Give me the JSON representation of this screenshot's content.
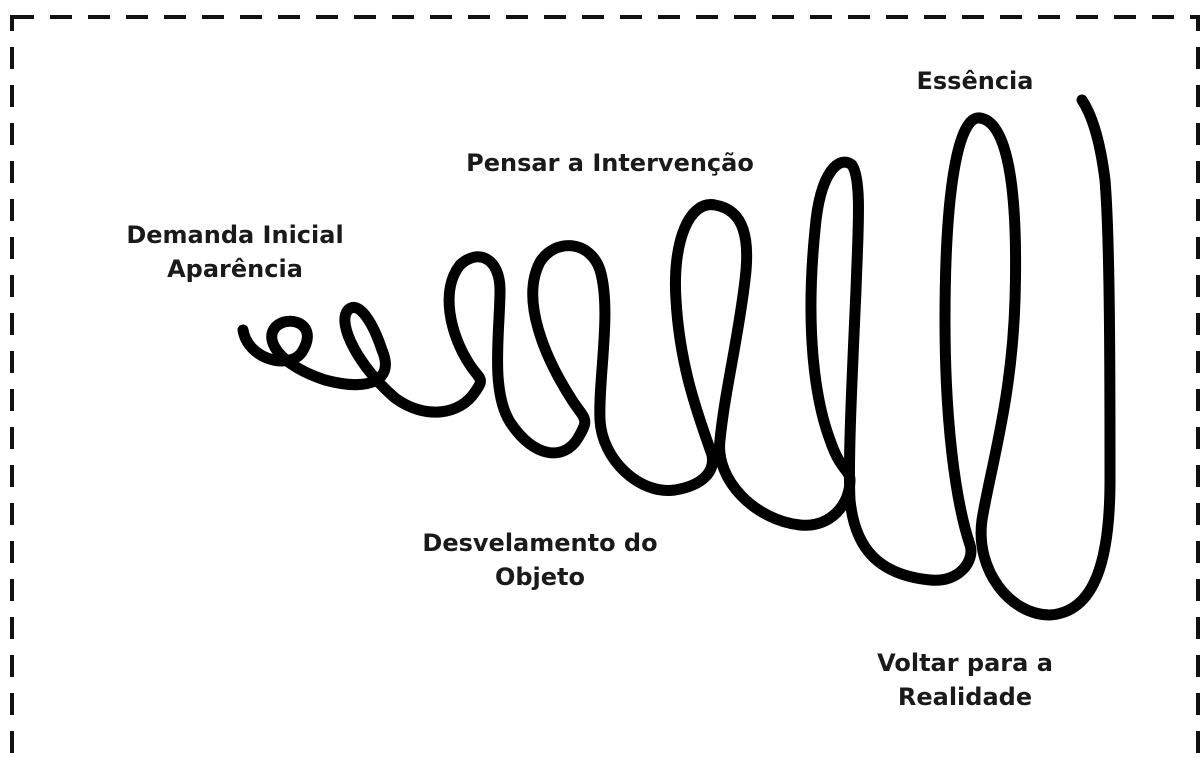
{
  "border_color": "#111111",
  "spiral_color": "#000000",
  "labels": {
    "demanda": {
      "line1": "Demanda Inicial",
      "line2": "Aparência"
    },
    "pensar": {
      "line1": "Pensar a Intervenção"
    },
    "essencia": {
      "line1": "Essência"
    },
    "desvelamento": {
      "line1": "Desvelamento do",
      "line2": "Objeto"
    },
    "voltar": {
      "line1": "Voltar para a",
      "line2": "Realidade"
    }
  }
}
